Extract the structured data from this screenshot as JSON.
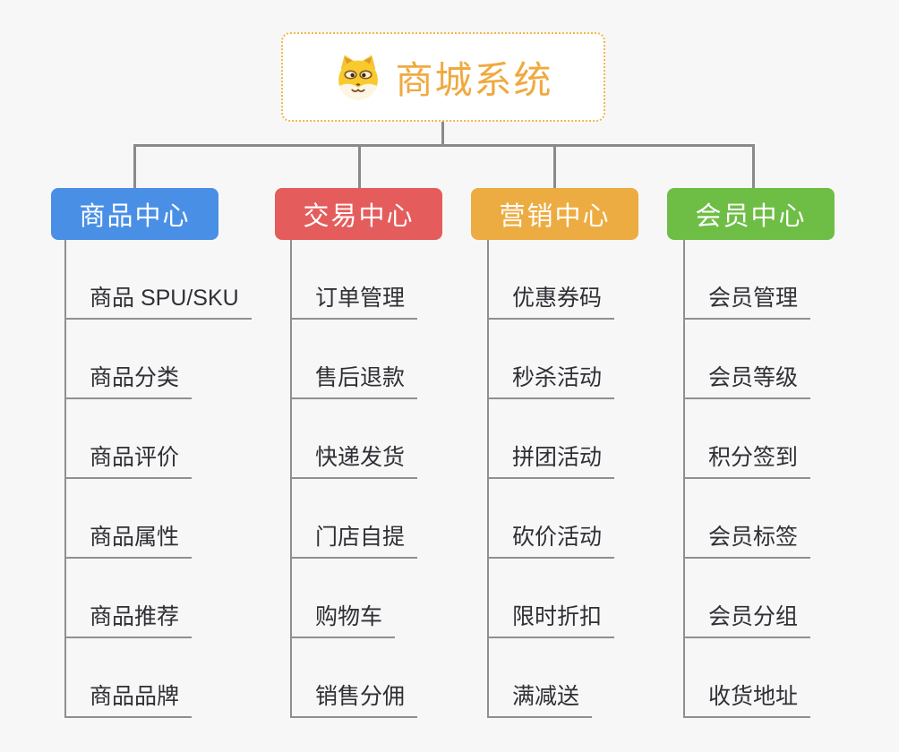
{
  "root": {
    "title": "商城系统",
    "icon": "dog-face-icon"
  },
  "branches": [
    {
      "label": "商品中心",
      "color": "#4a8fe6",
      "children": [
        "商品 SPU/SKU",
        "商品分类",
        "商品评价",
        "商品属性",
        "商品推荐",
        "商品品牌"
      ]
    },
    {
      "label": "交易中心",
      "color": "#e55c5c",
      "children": [
        "订单管理",
        "售后退款",
        "快递发货",
        "门店自提",
        "购物车",
        "销售分佣"
      ]
    },
    {
      "label": "营销中心",
      "color": "#edac41",
      "children": [
        "优惠券码",
        "秒杀活动",
        "拼团活动",
        "砍价活动",
        "限时折扣",
        "满减送"
      ]
    },
    {
      "label": "会员中心",
      "color": "#6ebe45",
      "children": [
        "会员管理",
        "会员等级",
        "积分签到",
        "会员标签",
        "会员分组",
        "收货地址"
      ]
    }
  ],
  "colors": {
    "accent_orange": "#f0a940",
    "root_border": "#f3b64c",
    "connector_gray": "#8a8a8a",
    "leaf_text": "#2f2f35",
    "background": "#f7f7f7",
    "branch_blue": "#4a8fe6",
    "branch_red": "#e55c5c",
    "branch_orange": "#edac41",
    "branch_green": "#6ebe45"
  }
}
